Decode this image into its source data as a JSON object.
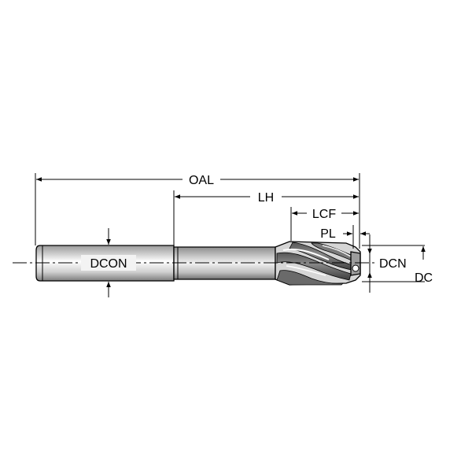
{
  "labels": {
    "oal": "OAL",
    "lh": "LH",
    "lcf": "LCF",
    "pl": "PL",
    "dcon": "DCON",
    "dcn": "DCN",
    "dc": "DC"
  }
}
